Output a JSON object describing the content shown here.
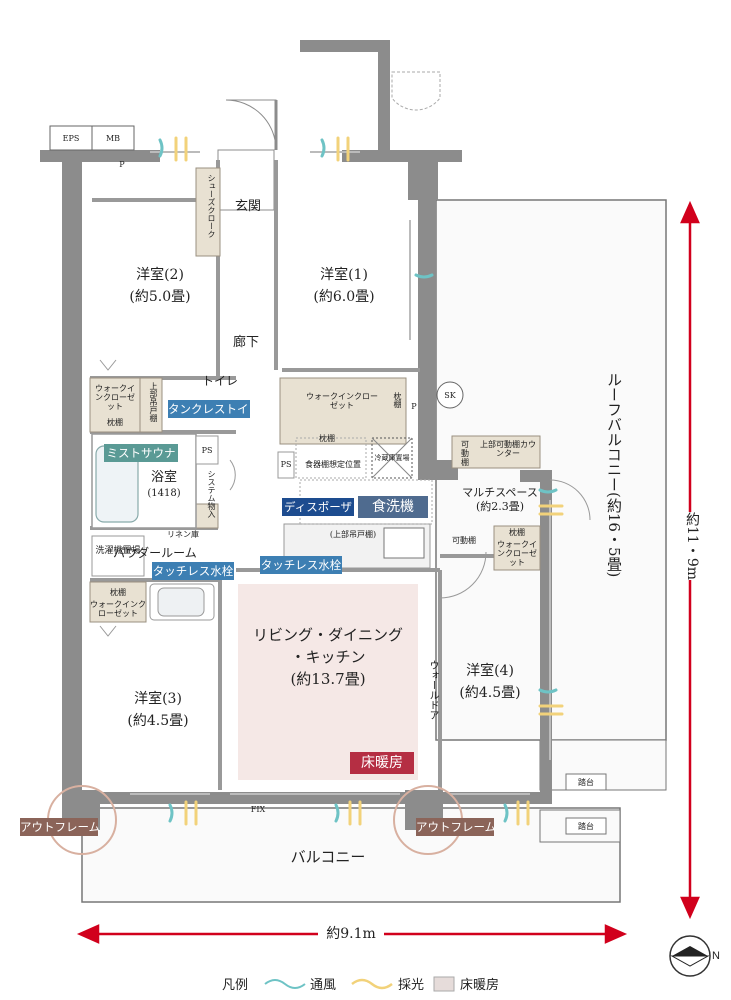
{
  "rooms": {
    "western2": {
      "name": "洋室(2)",
      "size": "(約5.0畳)"
    },
    "western1": {
      "name": "洋室(1)",
      "size": "(約6.0畳)"
    },
    "western3": {
      "name": "洋室(3)",
      "size": "(約4.5畳)"
    },
    "western4": {
      "name": "洋室(4)",
      "size": "(約4.5畳)"
    },
    "ldk": {
      "line1": "リビング・ダイニング",
      "line2": "・キッチン",
      "size": "(約13.7畳)"
    },
    "bath": {
      "name": "浴室",
      "size": "(1418)"
    },
    "powder": "パウダールーム",
    "toilet": "トイレ",
    "entrance": "玄関",
    "hallway": "廊下",
    "balcony": "バルコニー",
    "roof_balcony": "ルーフバルコニー(約16・5畳)",
    "multi_space": {
      "name": "マルチスペース",
      "size": "(約2.3畳)"
    }
  },
  "labels": {
    "eps": "EPS",
    "mb": "MB",
    "p1": "P",
    "p2": "P",
    "ps1": "PS",
    "ps2": "PS",
    "sk": "SK",
    "fix": "FIX",
    "shoes_cloak": "シューズクローク",
    "wic1": "ウォークインクローゼット",
    "shelf1": "枕棚",
    "shelf1b": "枕棚",
    "wic_main": "ウォークインクローゼット",
    "shelf2": "枕棚",
    "shelf3": "枕棚",
    "wic3": "ウォークインクローゼット",
    "shelf4": "枕棚",
    "wic4": "ウォークインクローゼット",
    "upper_cab": "上部吊戸棚",
    "movable_shelf": "可動棚",
    "movable_shelf2": "可動棚",
    "upper_counter": "上部可動棚カウンター",
    "dish_shelf": "食器棚想定位置",
    "fridge": "冷蔵庫置場",
    "kitchen_upper": "(上部吊戸棚)",
    "system_storage": "システム物入",
    "linen": "リネン庫",
    "washer": "洗濯機置場",
    "wall_door": "ウォールドア",
    "step1": "踏台",
    "step2": "踏台"
  },
  "badges": {
    "tankless": "タンクレストイレ",
    "mist_sauna": "ミストサウナ",
    "disposer": "ディスポーザ",
    "dishwasher": "食洗機",
    "touchless1": "タッチレス水栓",
    "touchless2": "タッチレス水栓",
    "floor_heating": "床暖房",
    "outframe1": "アウトフレーム",
    "outframe2": "アウトフレーム"
  },
  "dimensions": {
    "width": "約9.1m",
    "height": "約11・9m"
  },
  "legend": {
    "title": "凡例",
    "ventilation": "通風",
    "light": "採光",
    "floor_heating": "床暖房"
  },
  "compass": "N",
  "colors": {
    "wall": "#8c8c8c",
    "closet": "#e8e1d2",
    "floor_heating": "#f5e8e6",
    "badge_blue": "#3d7fb3",
    "badge_teal": "#5a9a95",
    "badge_navy": "#1d4c8f",
    "badge_red": "#b52e43",
    "badge_brown": "#8b6459",
    "dimension_arrow": "#d1001c",
    "ventilation": "#6ec3c5",
    "light": "#f2d27a"
  }
}
